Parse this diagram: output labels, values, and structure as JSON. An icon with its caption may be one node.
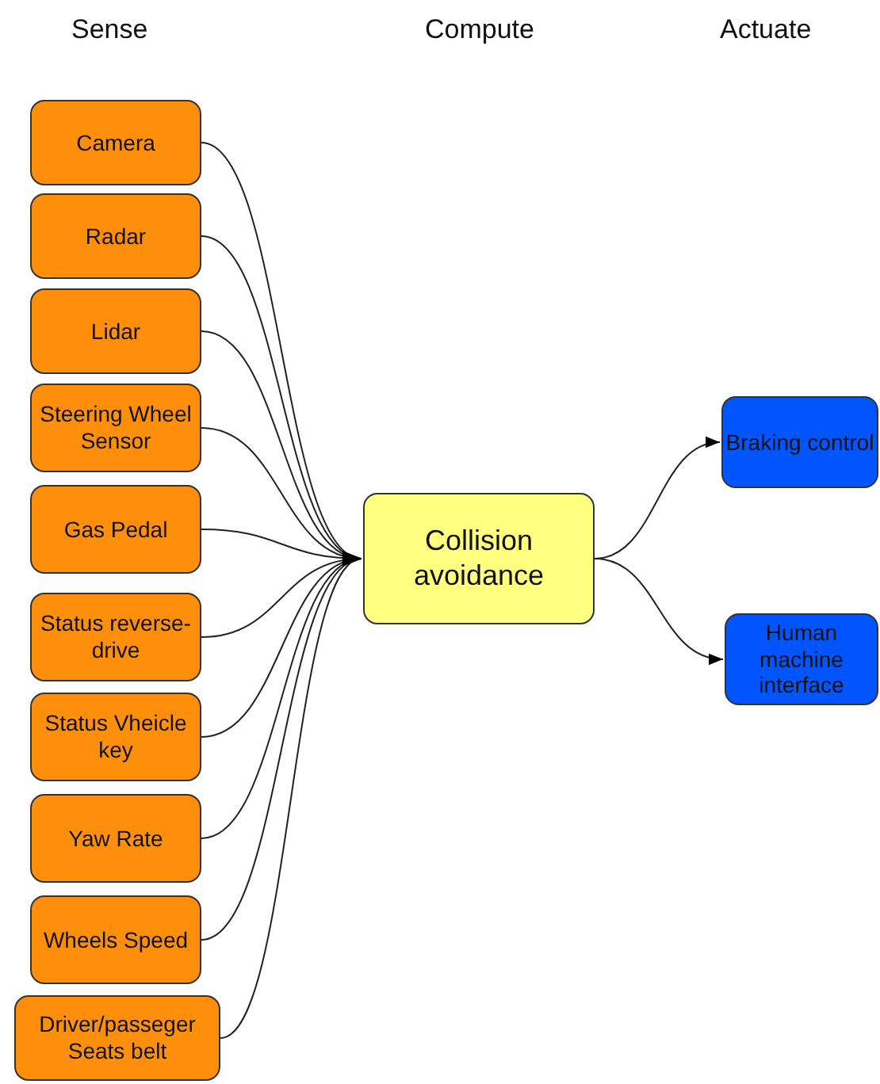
{
  "diagram": {
    "nodes": [
      {
        "text": [
          "Camera"
        ]
      },
      {
        "text": [
          "Radar"
        ]
      },
      {
        "text": [
          "Lidar"
        ]
      },
      {
        "text": [
          "Steering Wheel Sensor"
        ]
      },
      {
        "text": [
          "Gas Pedal"
        ]
      },
      {
        "text": [
          "Status reverse-drive"
        ]
      },
      {
        "text": [
          "Status Vheicle key"
        ]
      },
      {
        "text": [
          "Yaw Rate"
        ]
      },
      {
        "text": [
          "Wheels Speed"
        ]
      },
      {
        "text": [
          "Driver/passeger Seats belt"
        ]
      },
      {
        "text": [
          "Collision avoidance"
        ]
      },
      {
        "text": [
          "Braking control"
        ]
      },
      {
        "text": [
          "Human machine interface"
        ]
      }
    ],
    "edges": [
      {
        "from": 0,
        "to": 10,
        "arrow": "to"
      },
      {
        "from": 1,
        "to": 10,
        "arrow": "to"
      },
      {
        "from": 2,
        "to": 10,
        "arrow": "to"
      },
      {
        "from": 3,
        "to": 10,
        "arrow": "to"
      },
      {
        "from": 4,
        "to": 10,
        "arrow": "to"
      },
      {
        "from": 5,
        "to": 10,
        "arrow": "to"
      },
      {
        "from": 6,
        "to": 10,
        "arrow": "to"
      },
      {
        "from": 7,
        "to": 10,
        "arrow": "to"
      },
      {
        "from": 8,
        "to": 10,
        "arrow": "to"
      },
      {
        "from": 9,
        "to": 10,
        "arrow": "to"
      },
      {
        "from": 10,
        "to": 11,
        "arrow": "to"
      },
      {
        "from": 10,
        "to": 12,
        "arrow": "to"
      }
    ],
    "labels": [
      "Sense",
      "Compute",
      "Actuate"
    ]
  }
}
